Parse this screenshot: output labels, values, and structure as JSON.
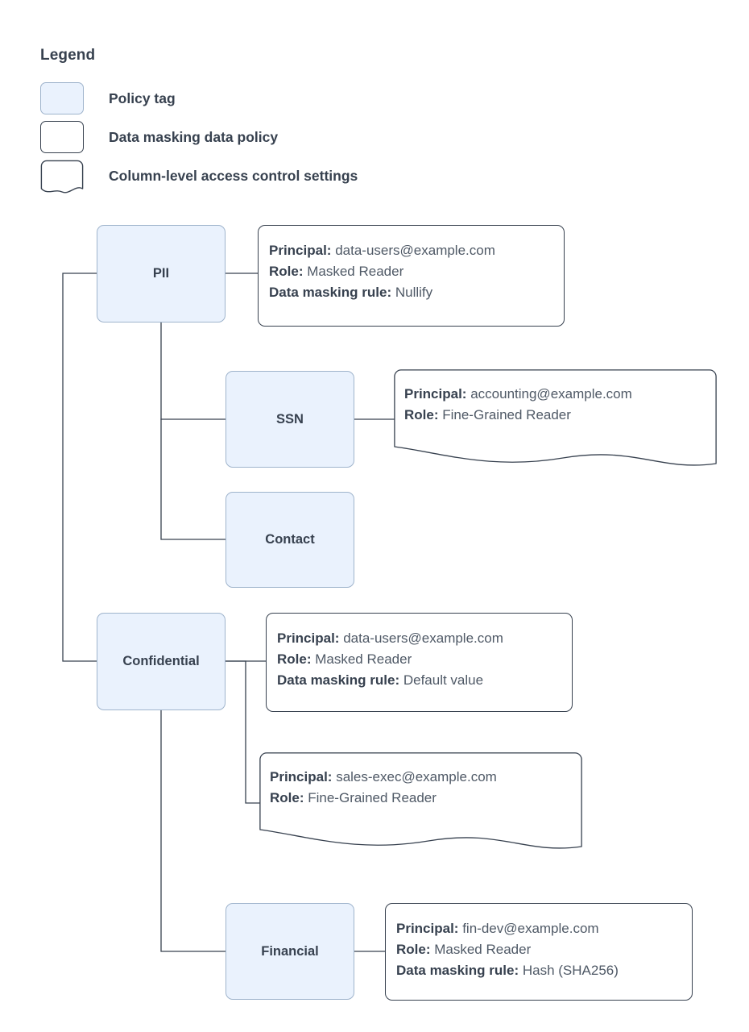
{
  "legend": {
    "title": "Legend",
    "items": [
      {
        "shape": "policy-tag",
        "label": "Policy tag"
      },
      {
        "shape": "data-policy",
        "label": "Data masking data policy"
      },
      {
        "shape": "access-control",
        "label": "Column-level access control settings"
      }
    ]
  },
  "labels": {
    "principal": "Principal:",
    "role": "Role:",
    "masking_rule": "Data masking rule:"
  },
  "colors": {
    "tag_fill": "#eaf2fd",
    "tag_stroke": "#9fb4cc",
    "box_stroke": "#37414f",
    "text": "#37414f",
    "value_text": "#4f5966",
    "edge": "#37414f",
    "background": "#ffffff"
  },
  "nodes": [
    {
      "id": "pii",
      "label": "PII"
    },
    {
      "id": "ssn",
      "label": "SSN"
    },
    {
      "id": "contact",
      "label": "Contact"
    },
    {
      "id": "confidential",
      "label": "Confidential"
    },
    {
      "id": "financial",
      "label": "Financial"
    }
  ],
  "details": [
    {
      "id": "pii-policy",
      "type": "data-masking-data-policy",
      "principal": "data-users@example.com",
      "role": "Masked Reader",
      "masking_rule": "Nullify"
    },
    {
      "id": "ssn-access",
      "type": "column-level-access-control-settings",
      "principal": "accounting@example.com",
      "role": "Fine-Grained Reader",
      "masking_rule": null
    },
    {
      "id": "confidential-policy",
      "type": "data-masking-data-policy",
      "principal": "data-users@example.com",
      "role": "Masked Reader",
      "masking_rule": "Default value"
    },
    {
      "id": "confidential-access",
      "type": "column-level-access-control-settings",
      "principal": "sales-exec@example.com",
      "role": "Fine-Grained Reader",
      "masking_rule": null
    },
    {
      "id": "financial-policy",
      "type": "data-masking-data-policy",
      "principal": "fin-dev@example.com",
      "role": "Masked Reader",
      "masking_rule": "Hash (SHA256)"
    }
  ]
}
